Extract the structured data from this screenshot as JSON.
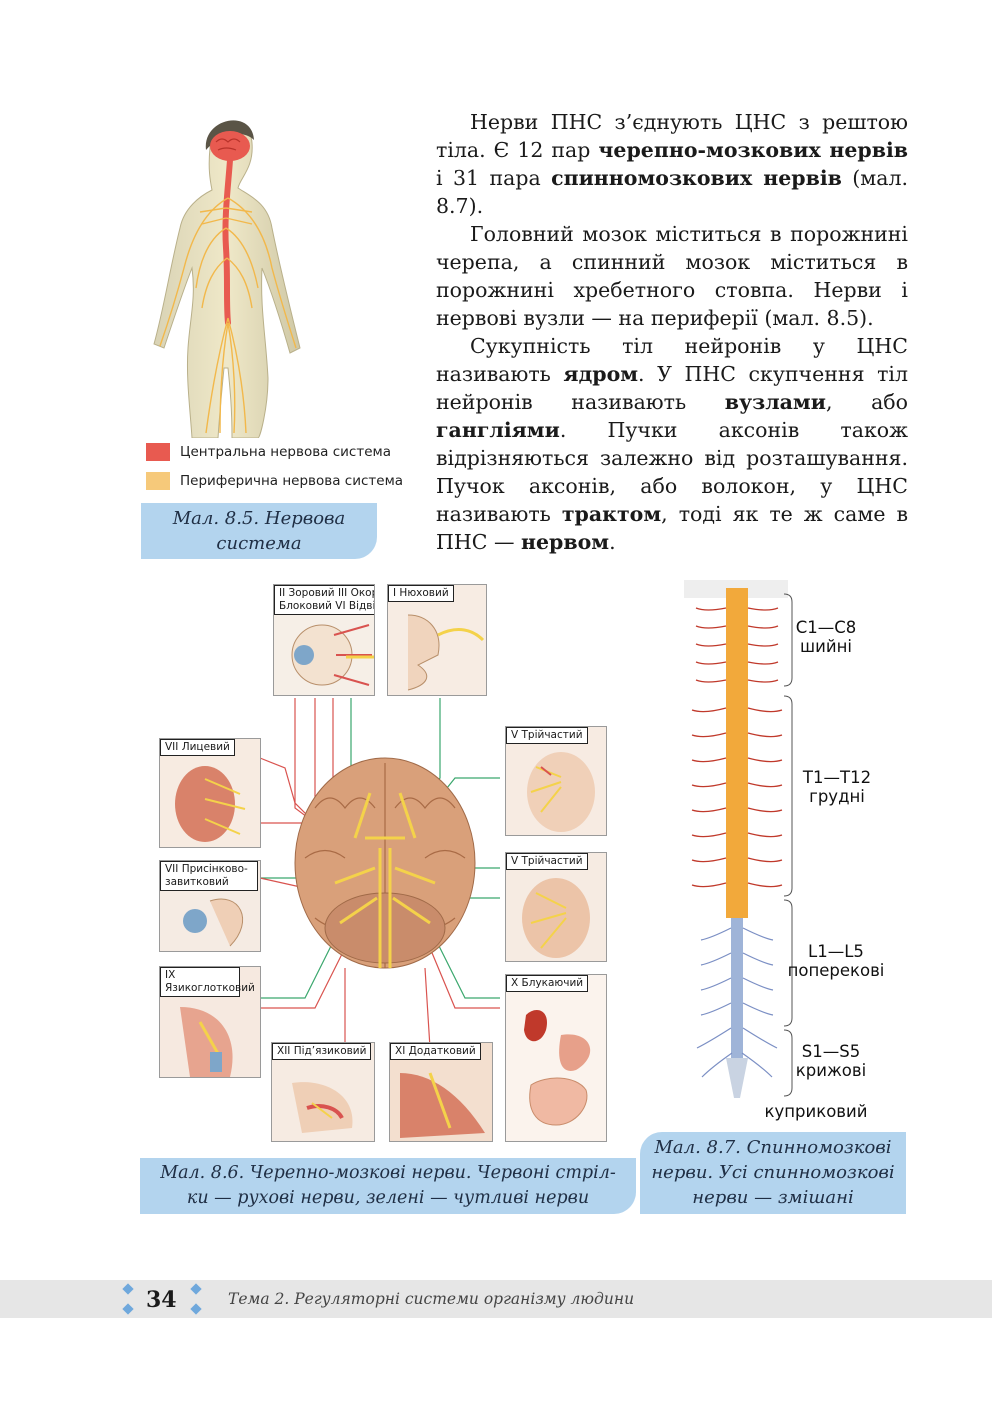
{
  "fig85": {
    "legend": [
      {
        "label": "Центральна нервова система",
        "color": "#e85a50"
      },
      {
        "label": "Периферична нервова система",
        "color": "#f6c97a"
      }
    ],
    "caption_line1": "Мал. 8.5. Нервова",
    "caption_line2": "система"
  },
  "body": {
    "p1": {
      "t1": "Нерви ПНС з’єднують ЦНС з рештою тіла. Є 12 пар ",
      "b1": "черепно-мозкових нервів",
      "t2": " і 31 пара ",
      "b2": "спинномозкових нервів",
      "t3": " (мал. 8.7)."
    },
    "p2": "Головний мозок міститься в порожнині черепа, а спинний мозок міститься в порожнині хребетного стовпа. Нерви і нервові вузли — на периферії (мал. 8.5).",
    "p3": {
      "t1": "Сукупність тіл нейронів у ЦНС називають ",
      "b1": "ядром",
      "t2": ". У ПНС скупчення тіл нейронів називають ",
      "b2": "вузлами",
      "t3": ", або ",
      "b3": "гангліями",
      "t4": ". Пучки аксонів також відрізняються залежно від розташування. Пучок аксонів, або волокон, у ЦНС називають ",
      "b4": "трактом",
      "t5": ", тоді як те ж саме в ПНС — ",
      "b5": "нервом",
      "t6": "."
    }
  },
  "fig86": {
    "labels": {
      "eye": "II Зоровий III Окоруховий IV Блоковий VI Відвідний",
      "olfactory": "I Нюховий",
      "facial": "VII Лицевий",
      "trigeminal1": "V Трійчастий",
      "vestibulocochlear": "VII Присінково-завитковий",
      "trigeminal2": "V Трійчастий",
      "glossopharyngeal": "IX Язикоглотковий",
      "vagus": "X Блукаючий",
      "hypoglossal": "XII Під’язиковий",
      "accessory": "XI Додатковий"
    },
    "caption_line1": "Мал. 8.6. Черепно-мозкові нерви. Червоні стріл-",
    "caption_line2": "ки — рухові нерви, зелені — чутливі нерви",
    "colors": {
      "motor": "#d9534f",
      "sensory": "#3aa76d"
    }
  },
  "fig87": {
    "segments": [
      {
        "range": "C1—C8",
        "name": "шийні"
      },
      {
        "range": "T1—T12",
        "name": "грудні"
      },
      {
        "range": "L1—L5",
        "name": "поперекові"
      },
      {
        "range": "S1—S5",
        "name": "крижові"
      }
    ],
    "coccygeal": "куприковий",
    "caption_line1": "Мал. 8.7. Спинномозкові",
    "caption_line2": "нерви. Усі спинномозкові",
    "caption_line3": "нерви — змішані"
  },
  "footer": {
    "page_number": "34",
    "running_title": "Тема 2. Регуляторні системи організму людини"
  }
}
